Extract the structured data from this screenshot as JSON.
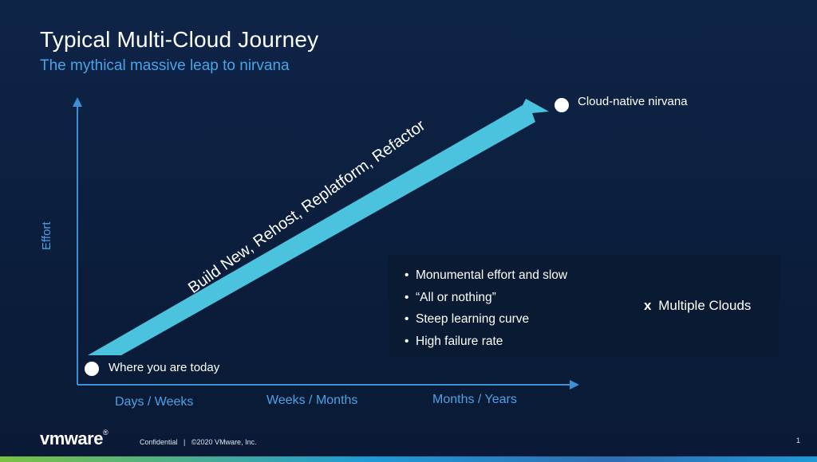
{
  "slide": {
    "title": "Typical Multi-Cloud Journey",
    "subtitle": "The mythical massive leap to nirvana"
  },
  "diagram": {
    "y_axis_label": "Effort",
    "x_axis_labels": [
      "Days / Weeks",
      "Weeks / Months",
      "Months / Years"
    ],
    "start_point_label": "Where you are today",
    "end_point_label": "Cloud-native nirvana",
    "arrow_label": "Build New, Rehost, Replatform, Refactor",
    "colors": {
      "axis": "#3d8fd6",
      "arrow": "#4cc3de",
      "accent_text": "#4aa3e6"
    }
  },
  "info_box": {
    "bullets": [
      "Monumental effort and slow",
      "“All or nothing”",
      "Steep learning curve",
      "High failure rate"
    ],
    "multiplier_symbol": "x",
    "multiplier_text": "Multiple Clouds"
  },
  "footer": {
    "logo_text": "vmware",
    "logo_reg": "®",
    "confidential": "Confidential",
    "separator": "|",
    "copyright": "©2020 VMware, Inc.",
    "page_number": "1"
  }
}
